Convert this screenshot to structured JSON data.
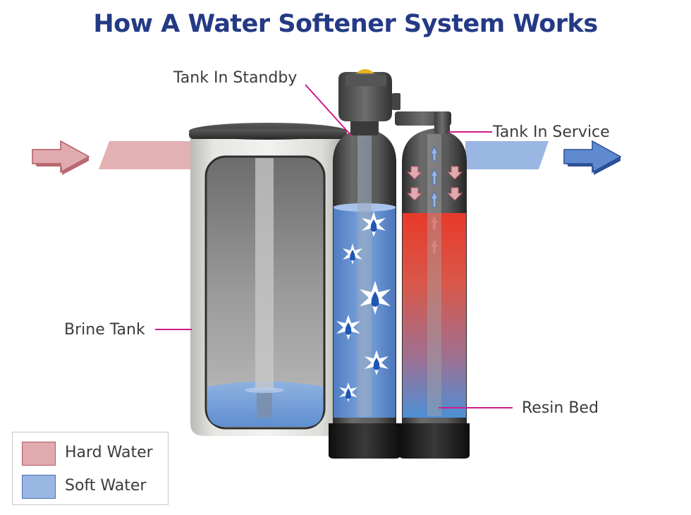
{
  "title": "How A Water Softener System Works",
  "callouts": {
    "tank_in_standby": "Tank In Standby",
    "tank_in_service": "Tank In Service",
    "brine_tank": "Brine Tank",
    "resin_bed": "Resin Bed"
  },
  "legend": [
    {
      "label": "Hard Water",
      "color": "#e0aaae",
      "border": "#b15a62"
    },
    {
      "label": "Soft Water",
      "color": "#9ab6e2",
      "border": "#4a70b4"
    }
  ],
  "colors": {
    "title": "#243a85",
    "callout_line": "#d01c8b",
    "hard_water": "#e0aaae",
    "soft_water": "#9ab6e2",
    "resin_top": "#e8392a",
    "resin_bottom": "#4d8fd6",
    "tank_black": "#1e1e1e"
  }
}
